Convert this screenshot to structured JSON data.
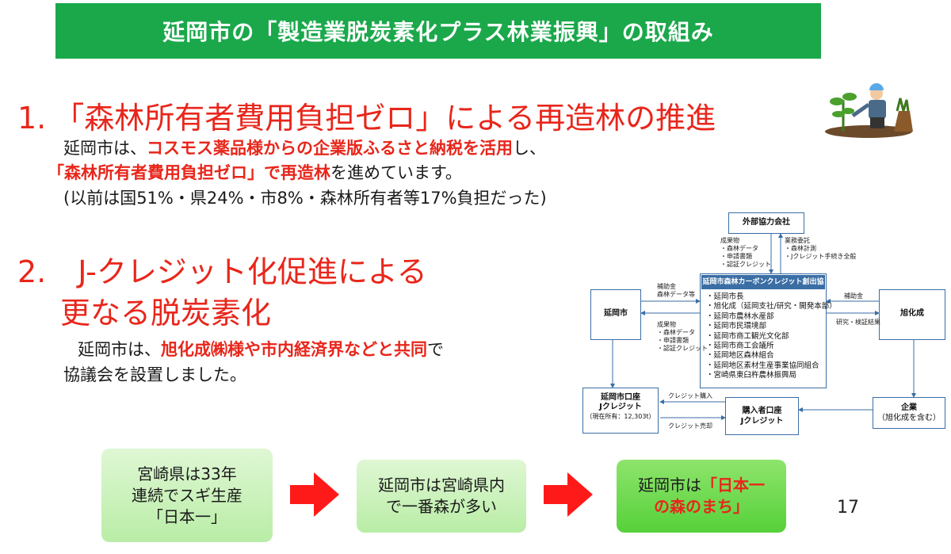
{
  "title": "延岡市の「製造業脱炭素化プラス林業振興」の取組み",
  "section1": {
    "number": "1.",
    "heading": "「森林所有者費用負担ゼロ」による再造林の推進",
    "line1_a": "延岡市は、",
    "line1_b": "コスモス薬品様からの企業版ふるさと納税を活用",
    "line1_c": "し、",
    "line2_a": "「森林所有者費用負担ゼロ」で再造林",
    "line2_b": "を進めています。",
    "line3": "(以前は国51%・県24%・市8%・森林所有者等17%負担だった)"
  },
  "section2": {
    "number": "2.",
    "heading_l1": "J-クレジット化促進による",
    "heading_l2": "更なる脱炭素化",
    "line1_a": "延岡市は、",
    "line1_b": "旭化成㈱様や市内経済界などと共同",
    "line1_c": "で",
    "line2": "協議会を設置しました。"
  },
  "diagram": {
    "external": "外部協力会社",
    "ext_left_labels": [
      "成果物",
      "・森林データ",
      "・申請書類",
      "・認証クレジット"
    ],
    "ext_right_labels": [
      "業務委託",
      "・森林計測",
      "・Jクレジット手続き全般"
    ],
    "council_title": "延岡市森林カーボンクレジット創出協議会",
    "council_members": [
      "・延岡市長",
      "・旭化成（延岡支社/研究・開発本部）",
      "・延岡市農林水産部",
      "・延岡市民環境部",
      "・延岡市商工観光文化部",
      "・延岡市商工会議所",
      "・延岡地区森林組合",
      "・延岡地区素材生産事業協同組合",
      "・宮崎県東臼杵農林振興局"
    ],
    "nobeoka": "延岡市",
    "left_top_labels": [
      "補助金",
      "森林データ等"
    ],
    "left_bottom_labels": [
      "成果物",
      "・森林データ",
      "・申請書類",
      "・認証クレジット"
    ],
    "asahi": "旭化成",
    "right_top_label": "補助金",
    "right_bottom_label": "研究・検証結果",
    "account_l1": "延岡市口座",
    "account_l2": "Jクレジット",
    "account_l3": "（現在所有：12,303t）",
    "buyer_l1": "購入者口座",
    "buyer_l2": "Jクレジット",
    "credit_buy": "クレジット購入",
    "credit_sell": "クレジット売却",
    "company_l1": "企業",
    "company_l2": "（旭化成を含む）"
  },
  "flow": {
    "box1": [
      "宮崎県は33年",
      "連続でスギ生産",
      "「日本一」"
    ],
    "box2": [
      "延岡市は宮崎県内",
      "で一番森が多い"
    ],
    "box3_a": "延岡市は",
    "box3_b": "「日本一",
    "box3_c": "の森のまち」"
  },
  "page_number": "17",
  "colors": {
    "title_bg": "#1aa84b",
    "accent_red": "#e8261b",
    "diagram_blue": "#3a6ea5",
    "arrow_red": "#ff1a1a"
  }
}
